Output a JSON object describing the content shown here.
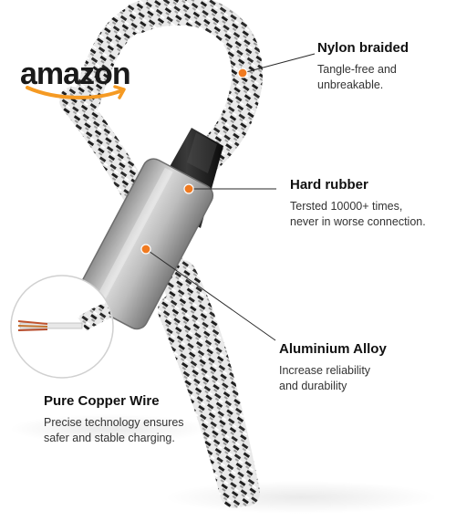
{
  "logo": {
    "text": "amazon",
    "smile_color": "#f59a23"
  },
  "accent_color": "#f07a20",
  "features": [
    {
      "title": "Nylon braided",
      "lines": [
        "Tangle-free and",
        "unbreakable."
      ]
    },
    {
      "title": "Hard rubber",
      "lines": [
        "Tersted 10000+ times,",
        "never in worse connection."
      ]
    },
    {
      "title": "Aluminium Alloy",
      "lines": [
        "Increase reliability",
        "and durability"
      ]
    },
    {
      "title": "Pure Copper Wire",
      "lines": [
        "Precise technology ensures",
        "safer and stable charging."
      ]
    }
  ]
}
